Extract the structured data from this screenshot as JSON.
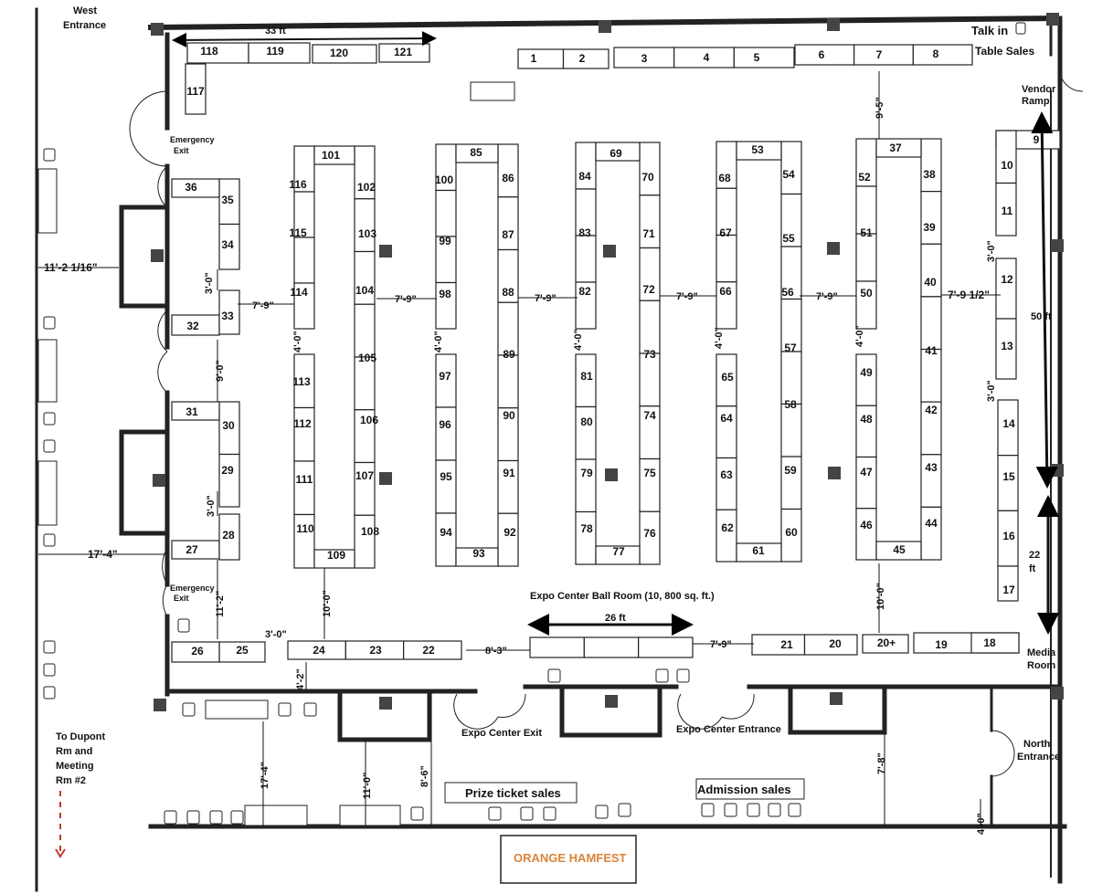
{
  "labels": {
    "west_entrance_1": "West",
    "west_entrance_2": "Entrance",
    "emergency_exit_1": "Emergency",
    "emergency_exit_2": "Exit",
    "talk_in": "Talk in",
    "table_sales": "Table Sales",
    "vendor_1": "Vendor",
    "vendor_2": "Ramp",
    "dupont_1": "To Dupont",
    "dupont_2": "Rm and",
    "dupont_3": "Meeting",
    "dupont_4": "Rm #2",
    "ballroom": "Expo Center Ball Room (10, 800 sq. ft.)",
    "expo_exit": "Expo Center Exit",
    "expo_entrance": "Expo Center Entrance",
    "north_1": "North",
    "north_2": "Entrance",
    "media_1": "Media",
    "media_2": "Room",
    "prize": "Prize ticket sales",
    "admission": "Admission sales",
    "hamfest": "ORANGE HAMFEST"
  },
  "dimensions": {
    "d33": "33 ft",
    "d26": "26 ft",
    "d50": "50 ft",
    "d22_1": "22",
    "d22_2": "ft",
    "west_wall": "11'-2 1/16\"",
    "d17_4": "17'-4\"",
    "a7_9": "7'-9\"",
    "a7_9_half": "7'-9 1/2\"",
    "a3_0": "3'-0\"",
    "a4_0": "4'-0\"",
    "a9_0": "9'-0\"",
    "a9_5": "9'-5\"",
    "a10_0": "10'-0\"",
    "a11_2": "11'-2\"",
    "a8_3": "8'-3\"",
    "a4_2": "4'-2\"",
    "a17_4": "17'-4\"",
    "a11_0": "11'-0\"",
    "a8_6": "8'-6\"",
    "a7_8": "7'-8\"",
    "a4_0b": "4'-0\""
  },
  "booths": {
    "b1": "1",
    "b2": "2",
    "b3": "3",
    "b4": "4",
    "b5": "5",
    "b6": "6",
    "b7": "7",
    "b8": "8",
    "b9": "9",
    "b10": "10",
    "b11": "11",
    "b12": "12",
    "b13": "13",
    "b14": "14",
    "b15": "15",
    "b16": "16",
    "b17": "17",
    "b18": "18",
    "b19": "19",
    "b20": "20",
    "b20p": "20+",
    "b21": "21",
    "b22": "22",
    "b23": "23",
    "b24": "24",
    "b25": "25",
    "b26": "26",
    "b27": "27",
    "b28": "28",
    "b29": "29",
    "b30": "30",
    "b31": "31",
    "b32": "32",
    "b33": "33",
    "b34": "34",
    "b35": "35",
    "b36": "36",
    "b37": "37",
    "b38": "38",
    "b39": "39",
    "b40": "40",
    "b41": "41",
    "b42": "42",
    "b43": "43",
    "b44": "44",
    "b45": "45",
    "b46": "46",
    "b47": "47",
    "b48": "48",
    "b49": "49",
    "b50": "50",
    "b51": "51",
    "b52": "52",
    "b53": "53",
    "b54": "54",
    "b55": "55",
    "b56": "56",
    "b57": "57",
    "b58": "58",
    "b59": "59",
    "b60": "60",
    "b61": "61",
    "b62": "62",
    "b63": "63",
    "b64": "64",
    "b65": "65",
    "b66": "66",
    "b67": "67",
    "b68": "68",
    "b69": "69",
    "b70": "70",
    "b71": "71",
    "b72": "72",
    "b73": "73",
    "b74": "74",
    "b75": "75",
    "b76": "76",
    "b77": "77",
    "b78": "78",
    "b79": "79",
    "b80": "80",
    "b81": "81",
    "b82": "82",
    "b83": "83",
    "b84": "84",
    "b85": "85",
    "b86": "86",
    "b87": "87",
    "b88": "88",
    "b89": "89",
    "b90": "90",
    "b91": "91",
    "b92": "92",
    "b93": "93",
    "b94": "94",
    "b95": "95",
    "b96": "96",
    "b97": "97",
    "b98": "98",
    "b99": "99",
    "b100": "100",
    "b101": "101",
    "b102": "102",
    "b103": "103",
    "b104": "104",
    "b105": "105",
    "b106": "106",
    "b107": "107",
    "b108": "108",
    "b109": "109",
    "b110": "110",
    "b111": "111",
    "b112": "112",
    "b113": "113",
    "b114": "114",
    "b115": "115",
    "b116": "116",
    "b117": "117",
    "b118": "118",
    "b119": "119",
    "b120": "120",
    "b121": "121"
  }
}
